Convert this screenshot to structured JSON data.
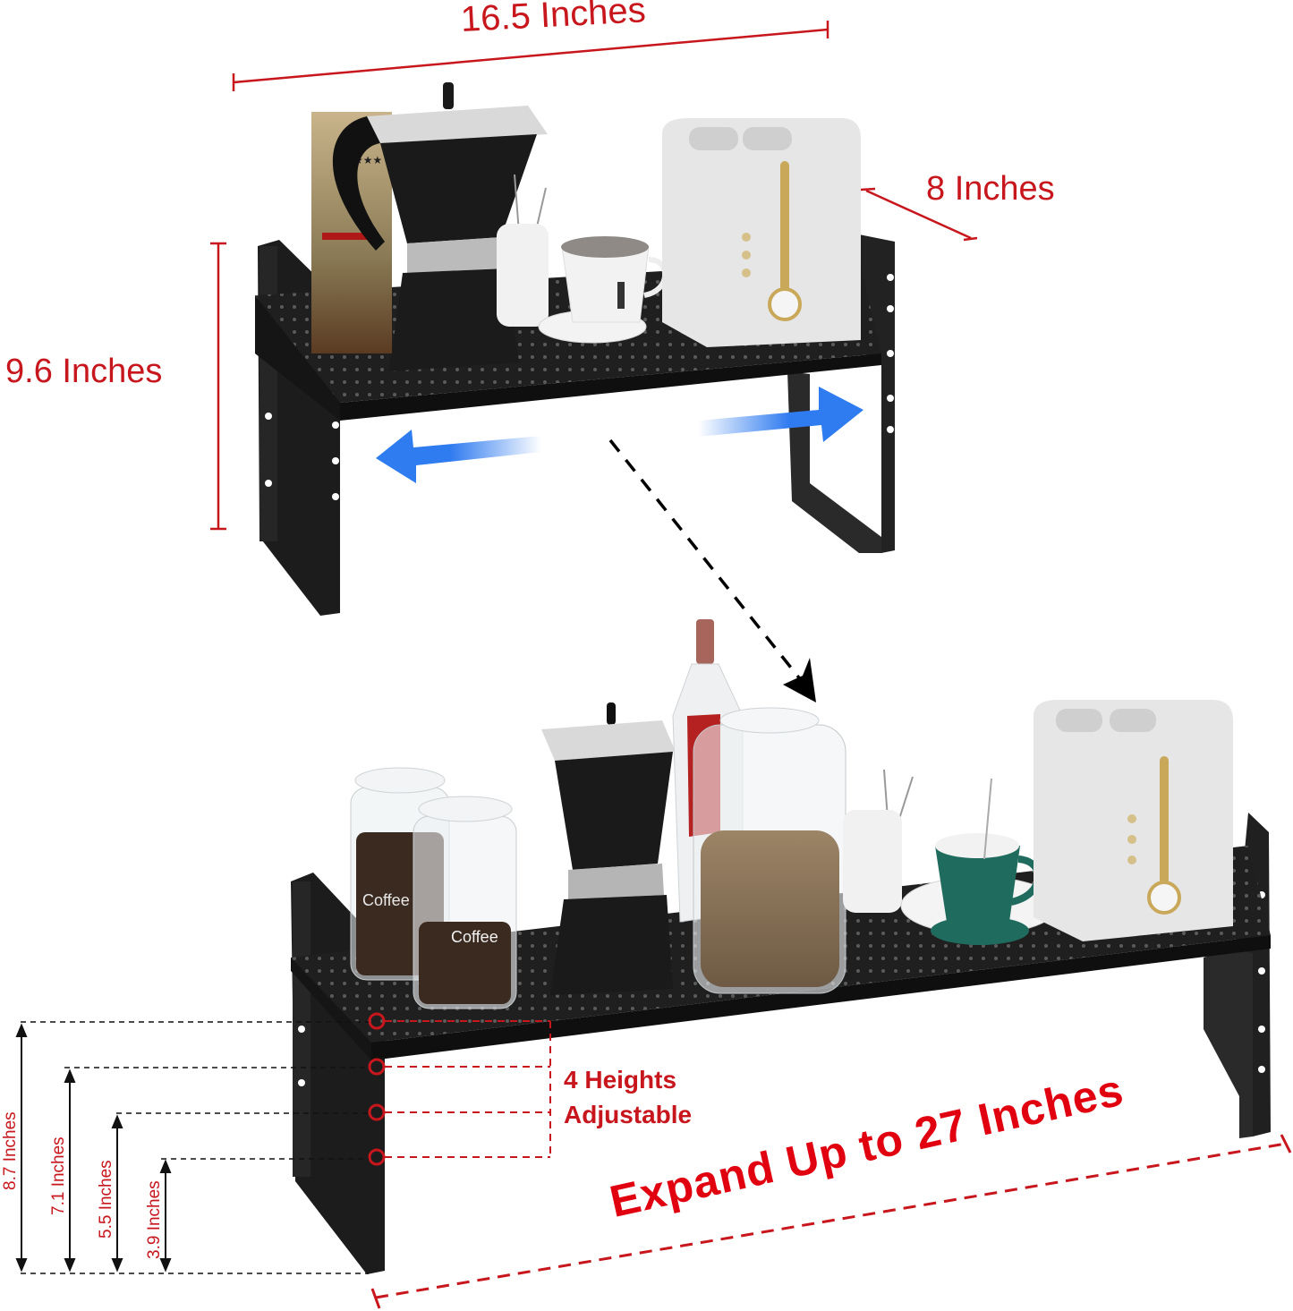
{
  "product_image": {
    "top_view": {
      "width_label": "16.5 Inches",
      "depth_label": "8 Inches",
      "height_label": "9.6 Inches",
      "items": [
        "coffee-bag",
        "moka-pot",
        "utensil-holder",
        "coffee-cup-saucer",
        "toaster"
      ],
      "arrows": [
        "expand-left-arrow",
        "expand-right-arrow"
      ]
    },
    "bottom_view": {
      "heights_title_line1": "4 Heights",
      "heights_title_line2": "Adjustable",
      "expand_label": "Expand Up to 27 Inches",
      "height_options": [
        {
          "label": "8.7 Inches"
        },
        {
          "label": "7.1 Inches"
        },
        {
          "label": "5.5 Inches"
        },
        {
          "label": "3.9 Inches"
        }
      ],
      "jar_labels": [
        "Coffee",
        "Coffee"
      ],
      "items": [
        "coffee-jar",
        "coffee-jar",
        "moka-pot",
        "wine-bottle",
        "grain-jar",
        "utensil-holder",
        "green-cup-saucer",
        "toaster"
      ]
    },
    "colors": {
      "annotation_red": "#c8161d",
      "expand_red": "#e1000f",
      "arrow_blue": "#2f7bf0",
      "shelf_black": "#1e1e1e",
      "toaster_white": "#e6e6e6",
      "accent_gold": "#c9a85a",
      "cup_green": "#1f6b5e"
    }
  }
}
